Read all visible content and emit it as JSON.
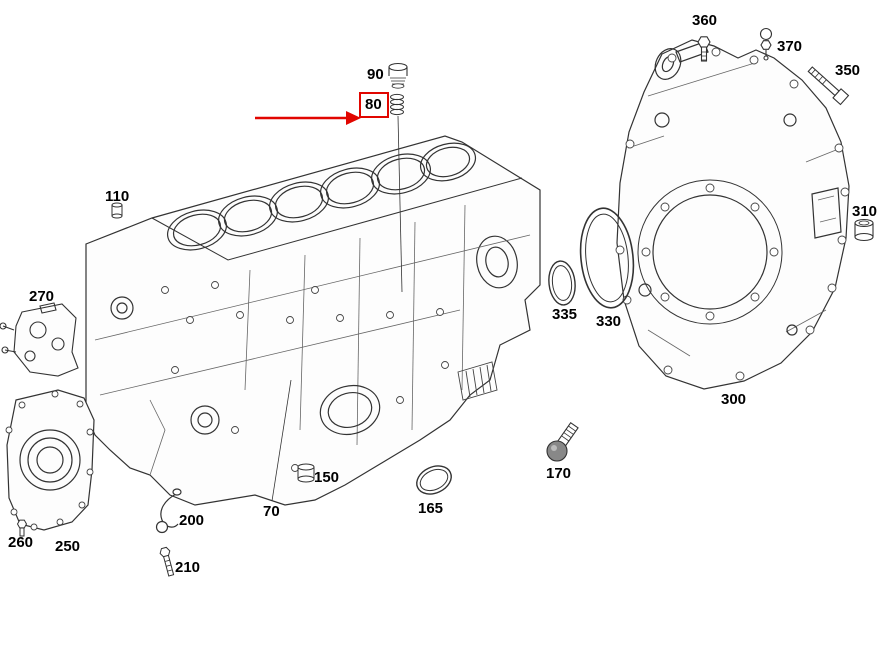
{
  "figure": {
    "description": "Exploded parts diagram of engine crankcase and cylinder block with timing case cover",
    "background_color": "#ffffff",
    "line_color": "#333333",
    "highlight_color": "#e10600",
    "highlighted_part": "80"
  },
  "parts": [
    {
      "number": "360"
    },
    {
      "number": "370"
    },
    {
      "number": "350"
    },
    {
      "number": "310"
    },
    {
      "number": "90"
    },
    {
      "number": "80",
      "highlighted": true
    },
    {
      "number": "110"
    },
    {
      "number": "270"
    },
    {
      "number": "335"
    },
    {
      "number": "330"
    },
    {
      "number": "300"
    },
    {
      "number": "260"
    },
    {
      "number": "250"
    },
    {
      "number": "200"
    },
    {
      "number": "210"
    },
    {
      "number": "70"
    },
    {
      "number": "150"
    },
    {
      "number": "165"
    },
    {
      "number": "170"
    }
  ]
}
